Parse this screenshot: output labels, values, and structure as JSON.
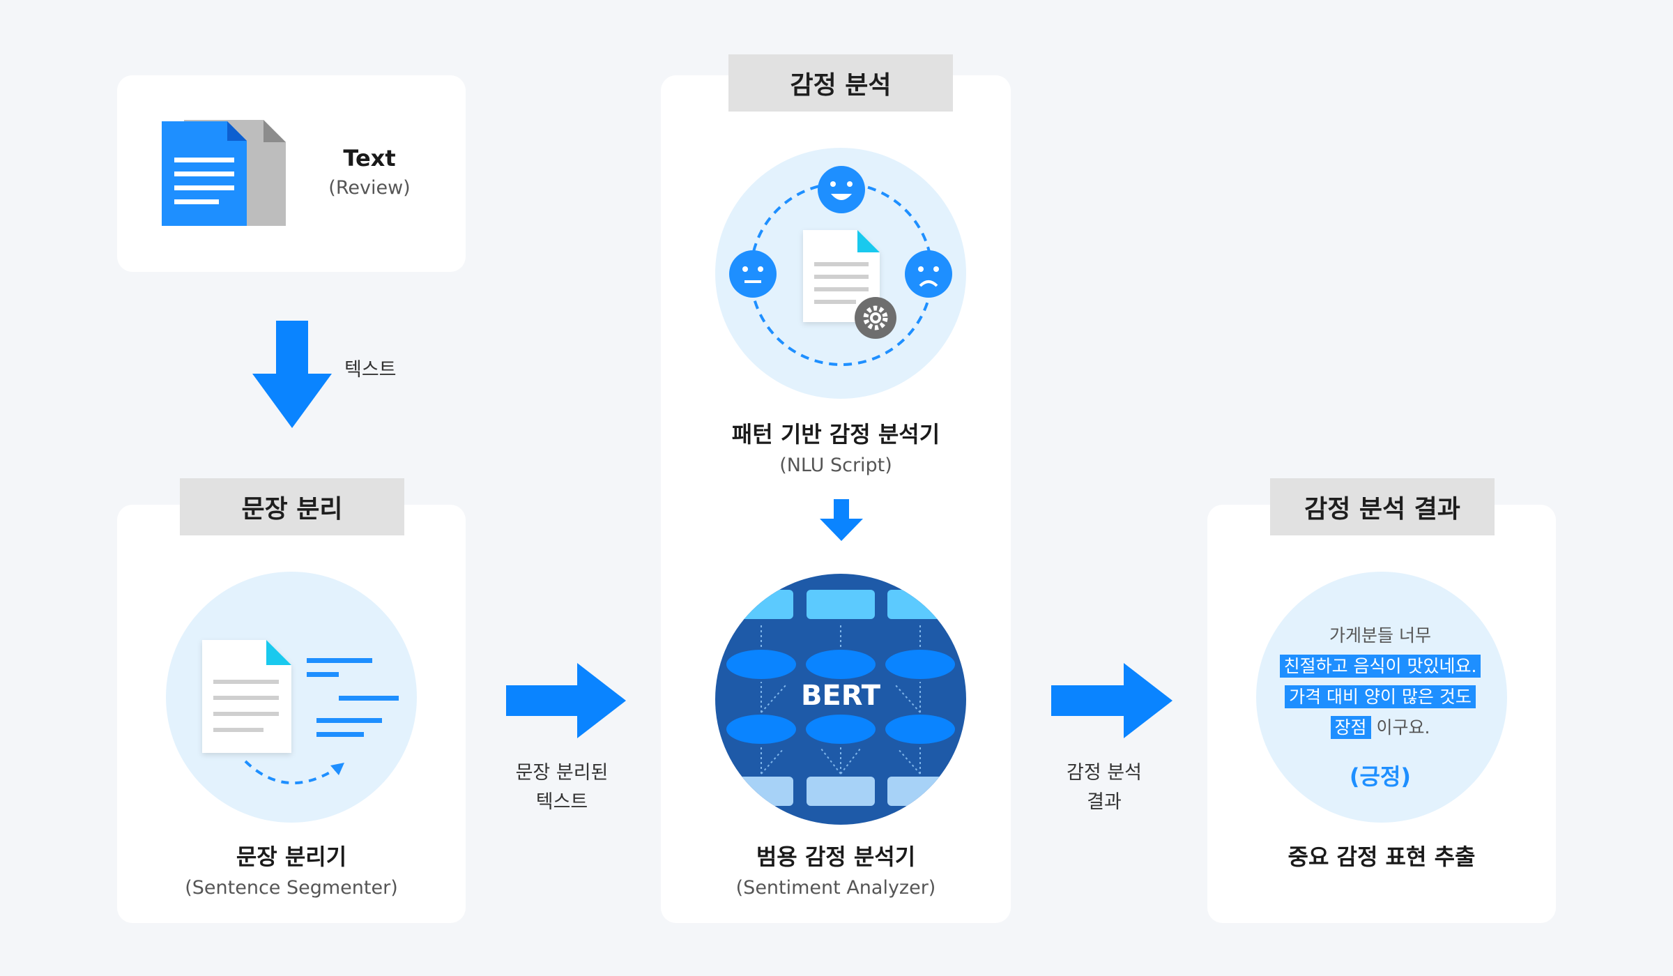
{
  "colors": {
    "accent": "#0a84ff",
    "dark_blue": "#1e5aa8",
    "light_circle": "#e3f2fd",
    "tab_gray": "#e1e1e1",
    "card": "#ffffff",
    "background": "#f4f6f9"
  },
  "input": {
    "title": "Text",
    "subtitle": "(Review)",
    "icon": "document-stack-icon"
  },
  "arrow_down_label": "텍스트",
  "segment": {
    "tab": "문장 분리",
    "title": "문장 분리기",
    "subtitle": "(Sentence Segmenter)"
  },
  "segmented_label": {
    "line1": "문장 분리된",
    "line2": "텍스트"
  },
  "analysis": {
    "tab": "감정 분석",
    "pattern": {
      "title": "패턴 기반 감정 분석기",
      "subtitle": "(NLU Script)"
    },
    "bert": {
      "label": "BERT",
      "title": "범용 감정 분석기",
      "subtitle": "(Sentiment Analyzer)"
    }
  },
  "result_label": {
    "line1": "감정 분석",
    "line2": "결과"
  },
  "result": {
    "tab": "감정 분석 결과",
    "line1": "가게분들 너무",
    "line2": "친절하고 음식이 맛있네요.",
    "line3": "가격 대비 양이 많은 것도",
    "line4_hl": "장점",
    "line4_rest": "이구요.",
    "sentiment": "(긍정)",
    "title": "중요 감정 표현 추출"
  }
}
